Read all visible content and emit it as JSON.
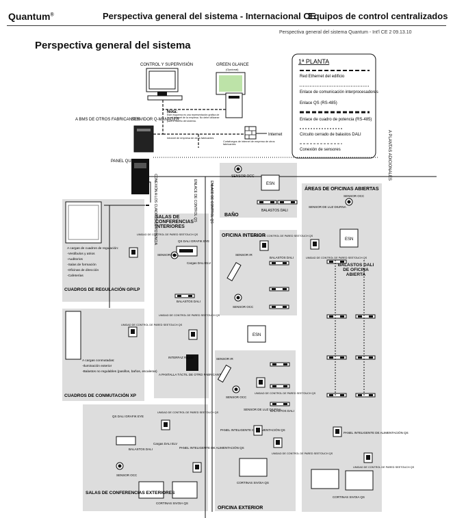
{
  "header": {
    "brand": "Quantum",
    "brand_mark": "®",
    "title": "Perspectiva general del sistema - Internacional CE",
    "section": "Equipos de control centralizados",
    "subline": "Perspectiva general del sistema Quantum - Int'l CE    2    09.13.10"
  },
  "page_title": "Perspectiva general del sistema",
  "legend": {
    "title": "1ª PLANTA",
    "items": [
      "Red Ethernet del edificio",
      "Enlace de comunicación interprocesadores",
      "Enlace QS (RS-485)",
      "Enlace de cuadro de potencia (RS-485)",
      "Circuito cerrado de balastos DALI",
      "Conexión de sensores"
    ]
  },
  "labels": {
    "control": "CONTROL Y SUPERVISIÓN",
    "green": "GREEN GLANCE",
    "green_opt": "(Opcional)",
    "note_title": "Nota:",
    "note_body": "Este esquema es una representación gráfica de la red intranet de la empresa. No debe utilizarse para el diseño del sistema.",
    "bms": "A BMS DE OTROS FABRICANTES",
    "servidor": "SERVIDOR Q-MANAGER",
    "internet": "Internet",
    "intranet": "Intranet de empresa de otros fabricantes",
    "firewall": "Cortafuegos de internet de empresa de otros fabricantes",
    "plantas": "A PLANTAS ADICIONALES",
    "panel": "PANEL QUANTUM",
    "link1": "CONEXIÓN A LOS CUADROS DE POTENCIA",
    "link2": "ENLACE DE CONTROL QS",
    "link3": "ENLACE DE CONTROL QS",
    "bano": "BAÑO",
    "sensor_occ": "SENSOR OCC",
    "esn": "ESN",
    "balastos_dali": "BALASTOS DALI",
    "areas": "ÁREAS DE OFICINAS ABIERTAS",
    "sensor_luz": "SENSOR DE LUZ DIURNA",
    "sensor_ir": "SENSOR IR",
    "unidad_qs": "UNIDAD DE CONTROL DE PARED SEETOUCH QS",
    "balastos_abierta": "BALASTOS DALI DE OFICINA ABIERTA",
    "salas_int": "SALAS DE CONFERENCIAS INTERIORES",
    "qs_grafik": "QS DALI GRAFIK EYE",
    "cargas_elv": "Cargas DALI ELV",
    "oficina_int": "OFICINA INTERIOR",
    "interfaz": "INTERFAZ RS232",
    "pantalla": "A PANTALLA TÁCTIL DE OTRO FABRICANTE",
    "cuadros_reg": "CUADROS DE REGULACIÓN GP/LP",
    "cargas_reg_title": "A cargas de cuadros de regulación:",
    "cargas_reg_items": [
      "-Vestíbulos y atrios",
      "-Auditorios",
      "-Salas de formación",
      "-Oficinas de dirección",
      "-Cafeterías"
    ],
    "cuadros_conm": "CUADROS DE CONMUTACIÓN XP",
    "cargas_conm_title": "A cargas conmutadas:",
    "cargas_conm_items": [
      "-Iluminación exterior",
      "-Balastos no regulables (pasillos, baños, escaleras)"
    ],
    "panel_alim": "PANEL INTELIGENTE DE ALIMENTACIÓN QS",
    "cortinas": "CORTINAS SIVOIA QS",
    "salas_ext": "SALAS DE CONFERENCIAS EXTERIORES",
    "oficina_ext": "OFICINA EXTERIOR"
  }
}
